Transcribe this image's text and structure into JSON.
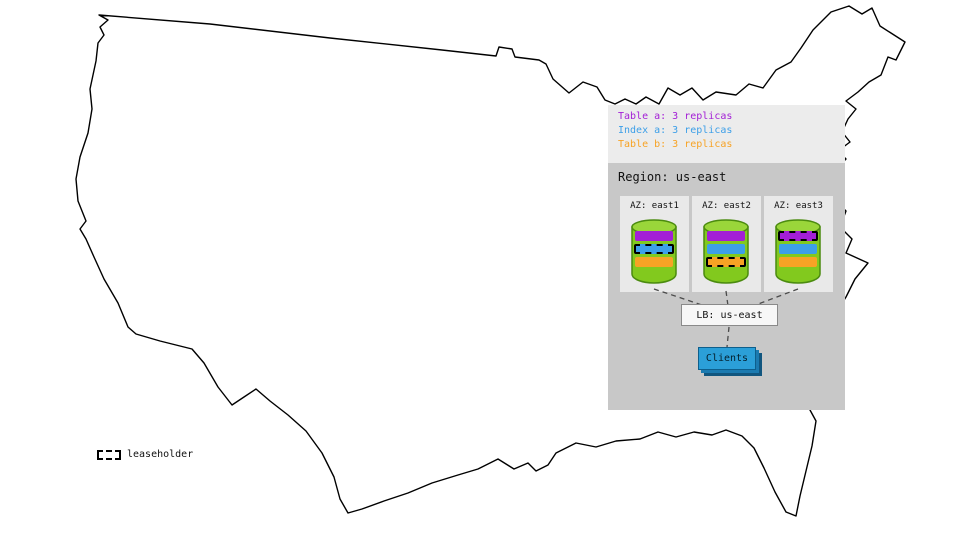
{
  "legend": {
    "items": [
      {
        "label": "Table a: 3 replicas",
        "color": "#a31fd6"
      },
      {
        "label": "Index a: 3 replicas",
        "color": "#3d9fe8"
      },
      {
        "label": "Table b: 3 replicas",
        "color": "#f7a325"
      }
    ]
  },
  "region": {
    "title": "Region: us-east",
    "azs": [
      {
        "label": "AZ: east1",
        "replicas": [
          {
            "name": "table-a",
            "color": "#a31fd6",
            "leaseholder": false
          },
          {
            "name": "index-a",
            "color": "#3d9fe8",
            "leaseholder": true
          },
          {
            "name": "table-b",
            "color": "#f7a325",
            "leaseholder": false
          }
        ]
      },
      {
        "label": "AZ: east2",
        "replicas": [
          {
            "name": "table-a",
            "color": "#a31fd6",
            "leaseholder": false
          },
          {
            "name": "index-a",
            "color": "#3d9fe8",
            "leaseholder": false
          },
          {
            "name": "table-b",
            "color": "#f7a325",
            "leaseholder": true
          }
        ]
      },
      {
        "label": "AZ: east3",
        "replicas": [
          {
            "name": "table-a",
            "color": "#a31fd6",
            "leaseholder": true
          },
          {
            "name": "index-a",
            "color": "#3d9fe8",
            "leaseholder": false
          },
          {
            "name": "table-b",
            "color": "#f7a325",
            "leaseholder": false
          }
        ]
      }
    ],
    "lb": {
      "label": "LB: us-east"
    },
    "clients": {
      "label": "Clients"
    }
  },
  "map_legend": {
    "label": "leaseholder"
  },
  "colors": {
    "cylinder_green": "#82c91e",
    "cylinder_green_light": "#9ad63a",
    "clients_blue": "#2b9fd8",
    "region_gray": "#c8c8c8",
    "panel_gray": "#ececec"
  }
}
